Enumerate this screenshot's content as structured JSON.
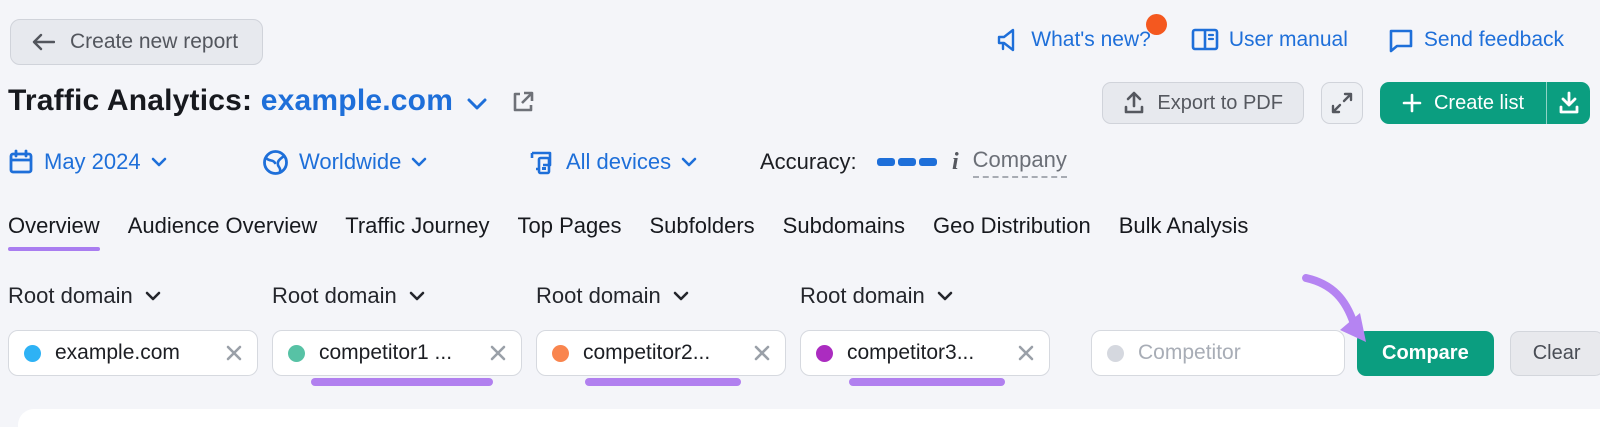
{
  "header": {
    "back_button": "Create new report",
    "links": {
      "whats_new": "What's new?",
      "user_manual": "User manual",
      "send_feedback": "Send feedback"
    },
    "notification_dot_color": "#f4581f"
  },
  "title": {
    "prefix": "Traffic Analytics:",
    "domain": "example.com"
  },
  "actions": {
    "export_pdf": "Export to PDF",
    "create_list": "Create list"
  },
  "filters": {
    "date": "May 2024",
    "region": "Worldwide",
    "devices": "All devices",
    "accuracy_label": "Accuracy:",
    "accuracy_level": "3 of 3 dashes",
    "company_label": "Company"
  },
  "tabs": [
    "Overview",
    "Audience Overview",
    "Traffic Journey",
    "Top Pages",
    "Subfolders",
    "Subdomains",
    "Geo Distribution",
    "Bulk Analysis"
  ],
  "active_tab": "Overview",
  "compare_bar": {
    "selector_label": "Root domain",
    "chips": [
      {
        "label": "example.com",
        "dot_color": "#2eb2f5"
      },
      {
        "label": "competitor1 ...",
        "dot_color": "#57c2a5",
        "annotated": true
      },
      {
        "label": "competitor2...",
        "dot_color": "#f9854e",
        "annotated": true
      },
      {
        "label": "competitor3...",
        "dot_color": "#ab2cc0",
        "annotated": true
      }
    ],
    "input_placeholder": "Competitor",
    "input_dot_color": "#d5d8df",
    "compare_label": "Compare",
    "clear_label": "Clear"
  },
  "icons": {
    "arrow-left": "←",
    "megaphone": "announcement",
    "book": "user manual",
    "chat": "feedback bubble",
    "chevron-down": "⌄",
    "external-link": "↗ in box",
    "upload": "export",
    "expand": "fullscreen",
    "plus": "+",
    "download": "download tray",
    "calendar": "date picker",
    "globe": "worldwide",
    "devices": "desktop+phone",
    "info": "i",
    "close": "✕",
    "annotation-arrow": "purple curved arrow"
  },
  "colors": {
    "background": "#f4f5f9",
    "link_blue": "#1e6fd9",
    "brand_green": "#0b9e80",
    "annotation_purple": "#b180ef",
    "tab_underline_purple": "#a97df0",
    "notification_orange": "#f4581f",
    "text_dark": "#17191e",
    "text_gray": "#6b6f77"
  }
}
